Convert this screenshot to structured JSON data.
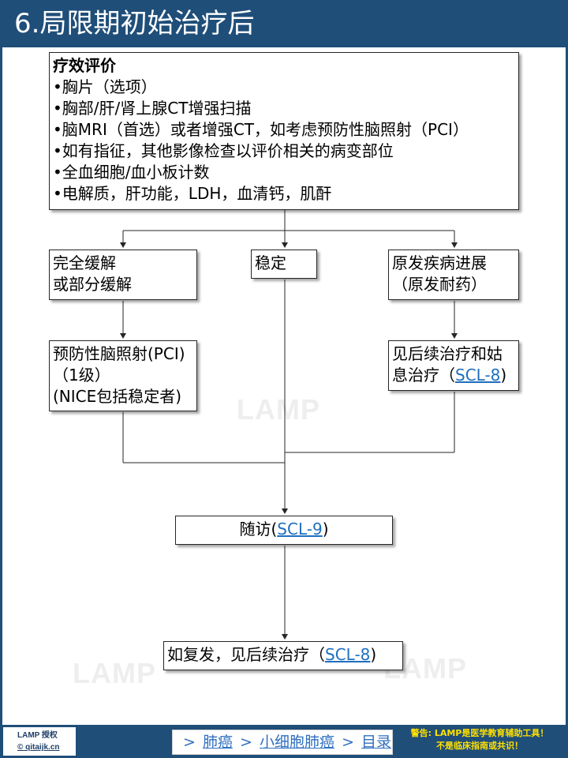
{
  "header": {
    "title": "6.局限期初始治疗后"
  },
  "watermark": "LAMP",
  "boxes": {
    "evaluation": {
      "title": "疗效评价",
      "items": [
        "•胸片（选项）",
        "•胸部/肝/肾上腺CT增强扫描",
        "•脑MRI（首选）或者增强CT，如考虑预防性脑照射（PCI）",
        "•如有指征，其他影像检查以评价相关的病变部位",
        "•全血细胞/血小板计数",
        "•电解质，肝功能，LDH，血清钙，肌酐"
      ]
    },
    "response": {
      "line1": "完全缓解",
      "line2": "或部分缓解"
    },
    "stable": {
      "label": "稳定"
    },
    "progression": {
      "line1": "原发疾病进展",
      "line2": "（原发耐药）"
    },
    "pci": {
      "line1": "预防性脑照射(PCI)",
      "line2": "（1级）",
      "line3": "(NICE包括稳定者)"
    },
    "subsequent": {
      "line1": "见后续治疗和姑",
      "line2_text": "息治疗（",
      "link": "SCL-8",
      "line2_end": ")"
    },
    "followup": {
      "text": "随访(",
      "link": "SCL-9",
      "end": ")"
    },
    "relapse": {
      "text": "如复发，见后续治疗（",
      "link": "SCL-8",
      "end": ")"
    }
  },
  "footer": {
    "license_line1": "LAMP 授权",
    "license_line2": "© qitaijk.cn",
    "breadcrumb": {
      "sep": ">",
      "items": [
        "肺癌",
        "小细胞肺癌",
        "目录"
      ]
    },
    "warning_line1": "警告: LAMP是医学教育辅助工具！",
    "warning_line2": "不是临床指南或共识！"
  },
  "colors": {
    "header_bg": "#1f4e79",
    "link": "#1f6fbf",
    "warning": "#ffe000"
  }
}
